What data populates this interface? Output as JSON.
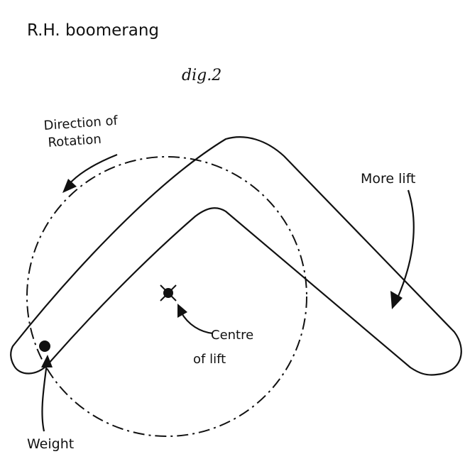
{
  "title": "R.H. boomerang",
  "figure_label": "dig.2",
  "labels": {
    "direction_line1": "Direction of",
    "direction_line2": "Rotation",
    "more_lift": "More lift",
    "centre_line1": "Centre",
    "centre_line2": "of lift",
    "weight": "Weight"
  },
  "colors": {
    "ink": "#111111",
    "background": "#ffffff"
  }
}
